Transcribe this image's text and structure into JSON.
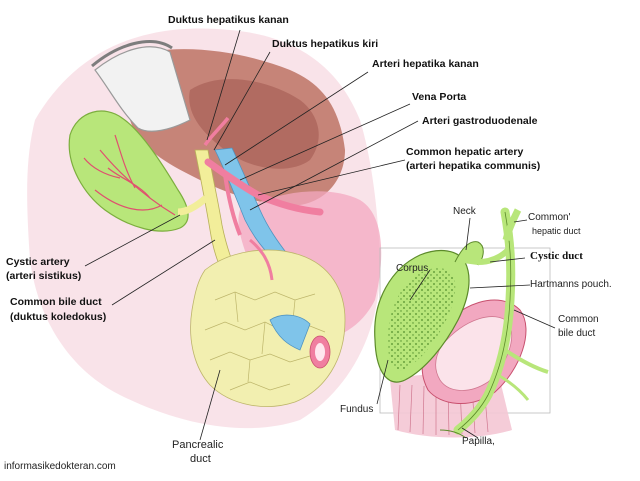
{
  "labels": {
    "duktus_hepatikus_kanan": "Duktus hepatikus kanan",
    "duktus_hepatikus_kiri": "Duktus hepatikus kiri",
    "arteri_hepatika_kanan": "Arteri hepatika kanan",
    "vena_porta": "Vena Porta",
    "arteri_gastroduodenale": "Arteri gastroduodenale",
    "common_hepatic_artery_1": "Common hepatic artery",
    "common_hepatic_artery_2": "(arteri hepatika communis)",
    "cystic_artery_1": "Cystic artery",
    "cystic_artery_2": "(arteri sistikus)",
    "common_bile_duct_1": "Common bile duct",
    "common_bile_duct_2": "(duktus koledokus)"
  },
  "inset_labels": {
    "neck": "Neck",
    "common_hepatic_duct_1": "Common'",
    "common_hepatic_duct_2": "hepatic duct",
    "cystic_duct": "Cystic duct",
    "corpus": "Corpus",
    "hartmanns_pouch": "Hartmanns pouch.",
    "common_bile_duct_1": "Common",
    "common_bile_duct_2": "bile duct",
    "fundus": "Fundus",
    "papilla": "Papilla,",
    "pancreatic_duct_1": "Pancrealic",
    "pancreatic_duct_2": "duct"
  },
  "credit": "informasikedokteran.com",
  "colors": {
    "gallbladder": "#b8e67a",
    "bile_duct": "#f2ee9a",
    "artery": "#f07ea0",
    "vein": "#7fc4ea",
    "pancreas": "#f2efb0",
    "tissue": "#f4c6d4"
  }
}
